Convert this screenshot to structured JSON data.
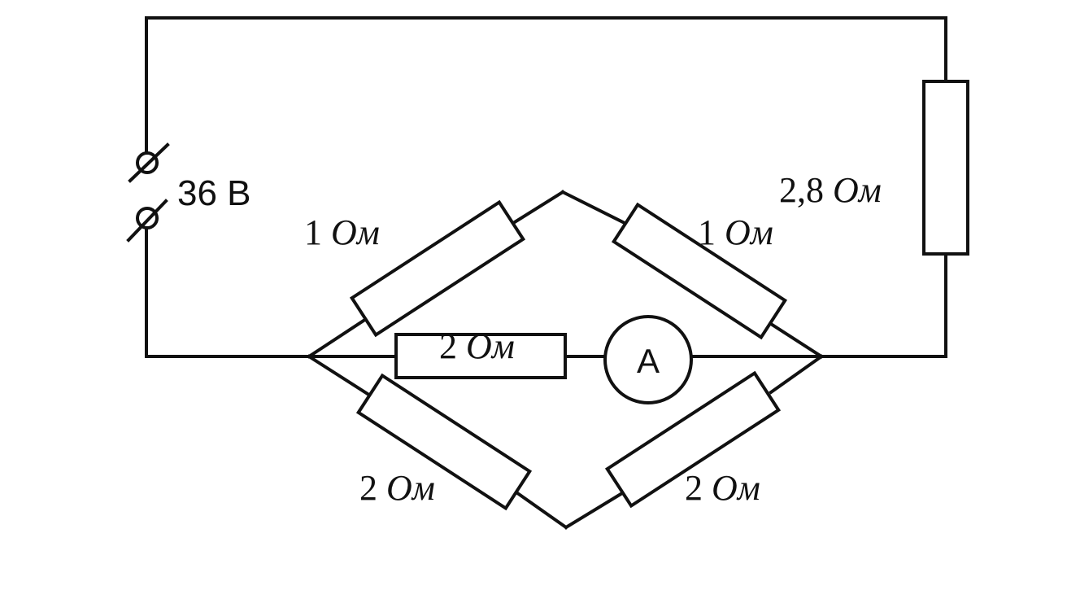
{
  "source": {
    "voltage": "36 В"
  },
  "resistors": {
    "load": {
      "value": "2,8",
      "unit": "Ом"
    },
    "upper_left": {
      "value": "1",
      "unit": "Ом"
    },
    "upper_right": {
      "value": "1",
      "unit": "Ом"
    },
    "middle": {
      "value": "2",
      "unit": "Ом"
    },
    "lower_left": {
      "value": "2",
      "unit": "Ом"
    },
    "lower_right": {
      "value": "2",
      "unit": "Ом"
    }
  },
  "ammeter": {
    "symbol": "A"
  }
}
